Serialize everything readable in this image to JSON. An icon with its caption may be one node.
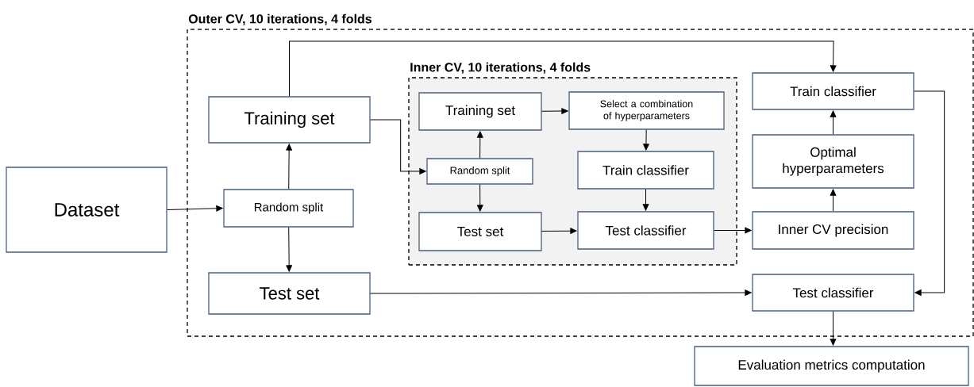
{
  "diagram": {
    "nodes": [
      {
        "text": [
          "Outer CV, 10 iterations, 4 folds"
        ]
      },
      {
        "text": [
          "Dataset"
        ]
      },
      {
        "text": [
          "Training set"
        ],
        "in": 0
      },
      {
        "text": [
          "Random split"
        ],
        "in": 0
      },
      {
        "text": [
          "Test set"
        ],
        "in": 0
      },
      {
        "text": [
          "Inner CV, 10 iterations, 4 folds"
        ],
        "in": 0
      },
      {
        "text": [
          "Training set"
        ],
        "in": 5
      },
      {
        "text": [
          "Random split"
        ],
        "in": 5
      },
      {
        "text": [
          "Test set"
        ],
        "in": 5
      },
      {
        "text": [
          "Select a combination of hyperparameters"
        ],
        "in": 5
      },
      {
        "text": [
          "Train classifier"
        ],
        "in": 5
      },
      {
        "text": [
          "Test classifier"
        ],
        "in": 5
      },
      {
        "text": [
          "Train classifier"
        ],
        "in": 0
      },
      {
        "text": [
          "Optimal hyperparameters"
        ],
        "in": 0
      },
      {
        "text": [
          "Inner CV precision"
        ],
        "in": 0
      },
      {
        "text": [
          "Test classifier"
        ],
        "in": 0
      },
      {
        "text": [
          "Evaluation metrics computation"
        ]
      }
    ],
    "edges": [
      {
        "from": 1,
        "to": 3,
        "arrow": "to"
      },
      {
        "from": 3,
        "to": 2,
        "arrow": "to"
      },
      {
        "from": 3,
        "to": 4,
        "arrow": "to"
      },
      {
        "from": 2,
        "to": 12,
        "arrow": "to"
      },
      {
        "from": 2,
        "to": 7,
        "arrow": "to"
      },
      {
        "from": 7,
        "to": 6,
        "arrow": "to"
      },
      {
        "from": 7,
        "to": 8,
        "arrow": "to"
      },
      {
        "from": 6,
        "to": 9,
        "arrow": "to"
      },
      {
        "from": 9,
        "to": 10,
        "arrow": "to"
      },
      {
        "from": 10,
        "to": 11,
        "arrow": "to"
      },
      {
        "from": 8,
        "to": 11,
        "arrow": "to"
      },
      {
        "from": 11,
        "to": 14,
        "arrow": "to"
      },
      {
        "from": 14,
        "to": 13,
        "arrow": "to"
      },
      {
        "from": 13,
        "to": 12,
        "arrow": "to"
      },
      {
        "from": 12,
        "to": 15,
        "arrow": "to"
      },
      {
        "from": 4,
        "to": 15,
        "arrow": "to"
      },
      {
        "from": 15,
        "to": 16,
        "arrow": "to"
      }
    ]
  }
}
